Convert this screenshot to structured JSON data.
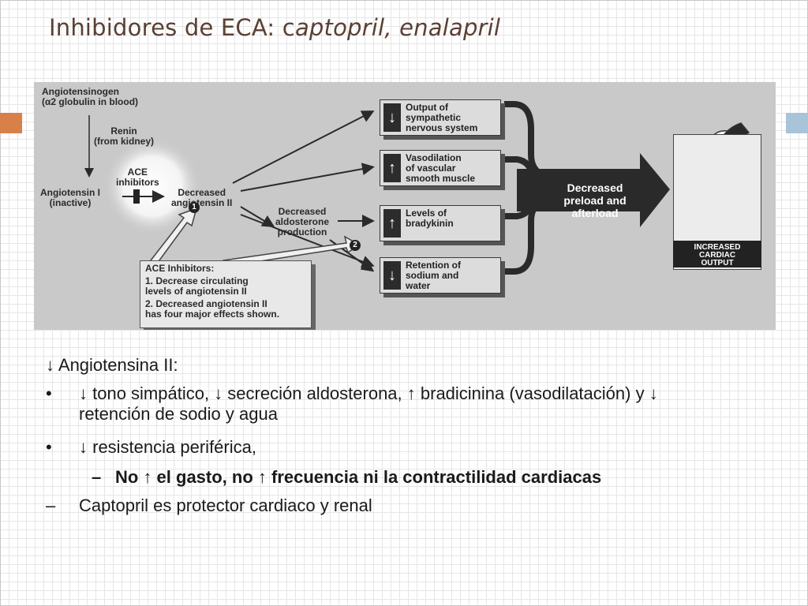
{
  "slide": {
    "title_main": "Inhibidores de ECA: c",
    "title_italic": "aptopril, enalapril"
  },
  "figure": {
    "angiotensinogen": "Angiotensinogen\n(α2 globulin in blood)",
    "renin": "Renin\n(from kidney)",
    "angiotensin_i": "Angiotensin I\n(inactive)",
    "ace_inhibitors": "ACE\ninhibitors",
    "decreased_angiotensin_ii": "Decreased\nangiotensin II",
    "decreased_aldosterone": "Decreased\naldosterone\nproduction",
    "badge_1": "1",
    "badge_2": "2",
    "ace_box": {
      "title": "ACE Inhibitors:",
      "item_1": "1. Decrease circulating\n    levels of angiotensin II",
      "item_2": "2. Decreased angiotensin II\n    has four major effects shown."
    },
    "effects": [
      {
        "arrow": "↓",
        "text": "Output of\nsympathetic\nnervous system"
      },
      {
        "arrow": "↑",
        "text": "Vasodilation\nof vascular\nsmooth muscle"
      },
      {
        "arrow": "↑",
        "text": "Levels of\nbradykinin"
      },
      {
        "arrow": "↓",
        "text": "Retention of\nsodium and\nwater"
      }
    ],
    "big_arrow": "Decreased\npreload and\nafterload",
    "heart_caption": "INCREASED\nCARDIAC\nOUTPUT"
  },
  "text": {
    "heading": "↓ Angiotensina II:",
    "bullet_mark": "•",
    "dash_mark": "–",
    "bullet_1": "↓  tono simpático, ↓ secreción aldosterona, ↑  bradicinina (vasodilatación) y  ↓ retención de sodio y agua",
    "bullet_2": "↓ resistencia periférica,",
    "sub_bullet": "No ↑ el gasto, no ↑ frecuencia ni la contractilidad cardiacas",
    "bullet_3": "Captopril es protector cardiaco y renal"
  },
  "colors": {
    "title": "#5a4033",
    "accent_left": "#d9804a",
    "accent_right": "#a8c4d8",
    "figure_bg": "#c9c9c9"
  }
}
